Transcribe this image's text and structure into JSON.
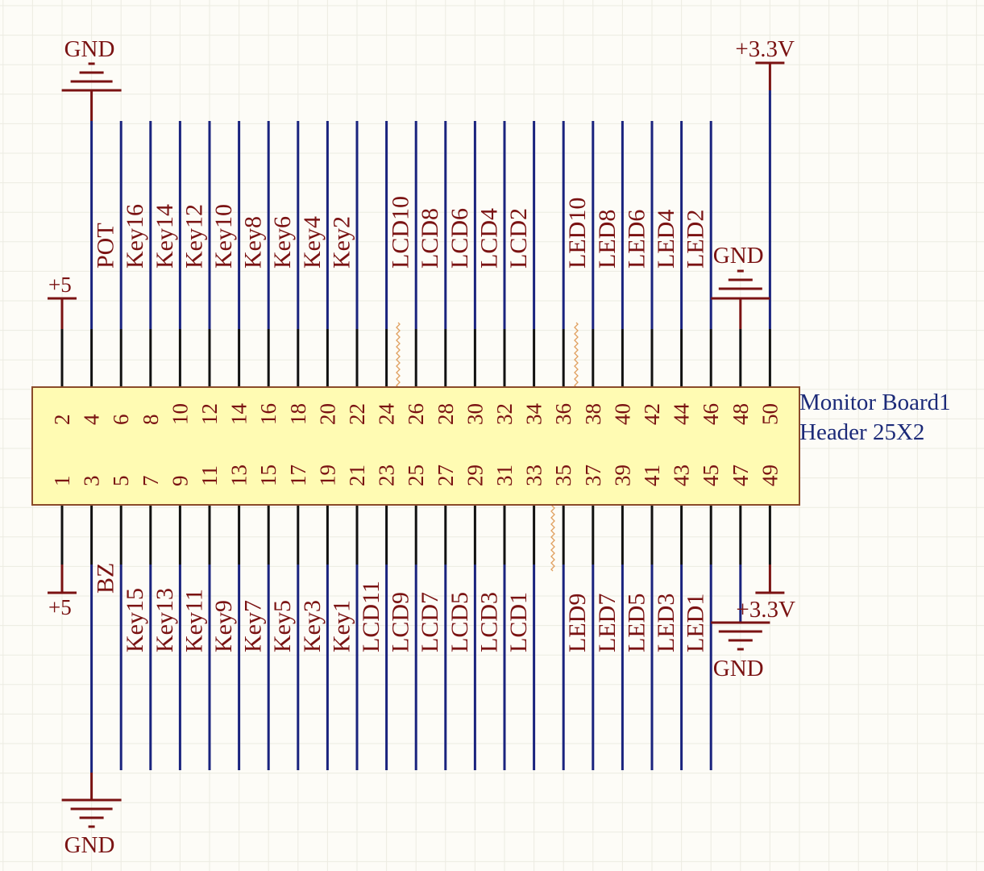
{
  "component": {
    "designator": "Monitor Board1",
    "comment": "Header 25X2",
    "fill_color": "#fffbb3",
    "border_color": "#8a4b2a"
  },
  "colors": {
    "wire": "#1a237e",
    "pin": "#111111",
    "power": "#7a1212",
    "error_marker": "#e0a060"
  },
  "top_pins": [
    {
      "pin": "2",
      "net": "+5",
      "type": "power_bar"
    },
    {
      "pin": "4",
      "net": "POT",
      "power": "GND"
    },
    {
      "pin": "6",
      "net": "Key16"
    },
    {
      "pin": "8",
      "net": "Key14"
    },
    {
      "pin": "10",
      "net": "Key12"
    },
    {
      "pin": "12",
      "net": "Key10"
    },
    {
      "pin": "14",
      "net": "Key8"
    },
    {
      "pin": "16",
      "net": "Key6"
    },
    {
      "pin": "18",
      "net": "Key4"
    },
    {
      "pin": "20",
      "net": "Key2"
    },
    {
      "pin": "22",
      "net": ""
    },
    {
      "pin": "24",
      "net": "LCD10"
    },
    {
      "pin": "26",
      "net": "LCD8"
    },
    {
      "pin": "28",
      "net": "LCD6"
    },
    {
      "pin": "30",
      "net": "LCD4"
    },
    {
      "pin": "32",
      "net": "LCD2"
    },
    {
      "pin": "34",
      "net": ""
    },
    {
      "pin": "36",
      "net": "LED10"
    },
    {
      "pin": "38",
      "net": "LED8"
    },
    {
      "pin": "40",
      "net": "LED6"
    },
    {
      "pin": "42",
      "net": "LED4"
    },
    {
      "pin": "44",
      "net": "LED2"
    },
    {
      "pin": "46",
      "net": ""
    },
    {
      "pin": "48",
      "net": "GND",
      "type": "gnd_top"
    },
    {
      "pin": "50",
      "net": "+3.3V",
      "type": "power_top"
    }
  ],
  "bottom_pins": [
    {
      "pin": "1",
      "net": "+5",
      "type": "power_bar"
    },
    {
      "pin": "3",
      "net": "BZ",
      "power": "GND"
    },
    {
      "pin": "5",
      "net": "Key15"
    },
    {
      "pin": "7",
      "net": "Key13"
    },
    {
      "pin": "9",
      "net": "Key11"
    },
    {
      "pin": "11",
      "net": "Key9"
    },
    {
      "pin": "13",
      "net": "Key7"
    },
    {
      "pin": "15",
      "net": "Key5"
    },
    {
      "pin": "17",
      "net": "Key3"
    },
    {
      "pin": "19",
      "net": "Key1"
    },
    {
      "pin": "21",
      "net": "LCD11"
    },
    {
      "pin": "23",
      "net": "LCD9"
    },
    {
      "pin": "25",
      "net": "LCD7"
    },
    {
      "pin": "27",
      "net": "LCD5"
    },
    {
      "pin": "29",
      "net": "LCD3"
    },
    {
      "pin": "31",
      "net": "LCD1"
    },
    {
      "pin": "33",
      "net": ""
    },
    {
      "pin": "35",
      "net": "LED9"
    },
    {
      "pin": "37",
      "net": "LED7"
    },
    {
      "pin": "39",
      "net": "LED5"
    },
    {
      "pin": "41",
      "net": "LED3"
    },
    {
      "pin": "43",
      "net": "LED1"
    },
    {
      "pin": "45",
      "net": ""
    },
    {
      "pin": "47",
      "net": "GND",
      "type": "gnd_bottom"
    },
    {
      "pin": "49",
      "net": "+3.3V",
      "type": "power_bottom"
    }
  ],
  "power_labels": {
    "gnd_top_left": "GND",
    "vcc_top_left": "+5",
    "vcc_top_right": "+3.3V",
    "gnd_top_right": "GND",
    "vcc_bottom_left": "+5",
    "gnd_bottom_left": "GND",
    "vcc_bottom_right": "+3.3V",
    "gnd_bottom_right": "GND"
  }
}
